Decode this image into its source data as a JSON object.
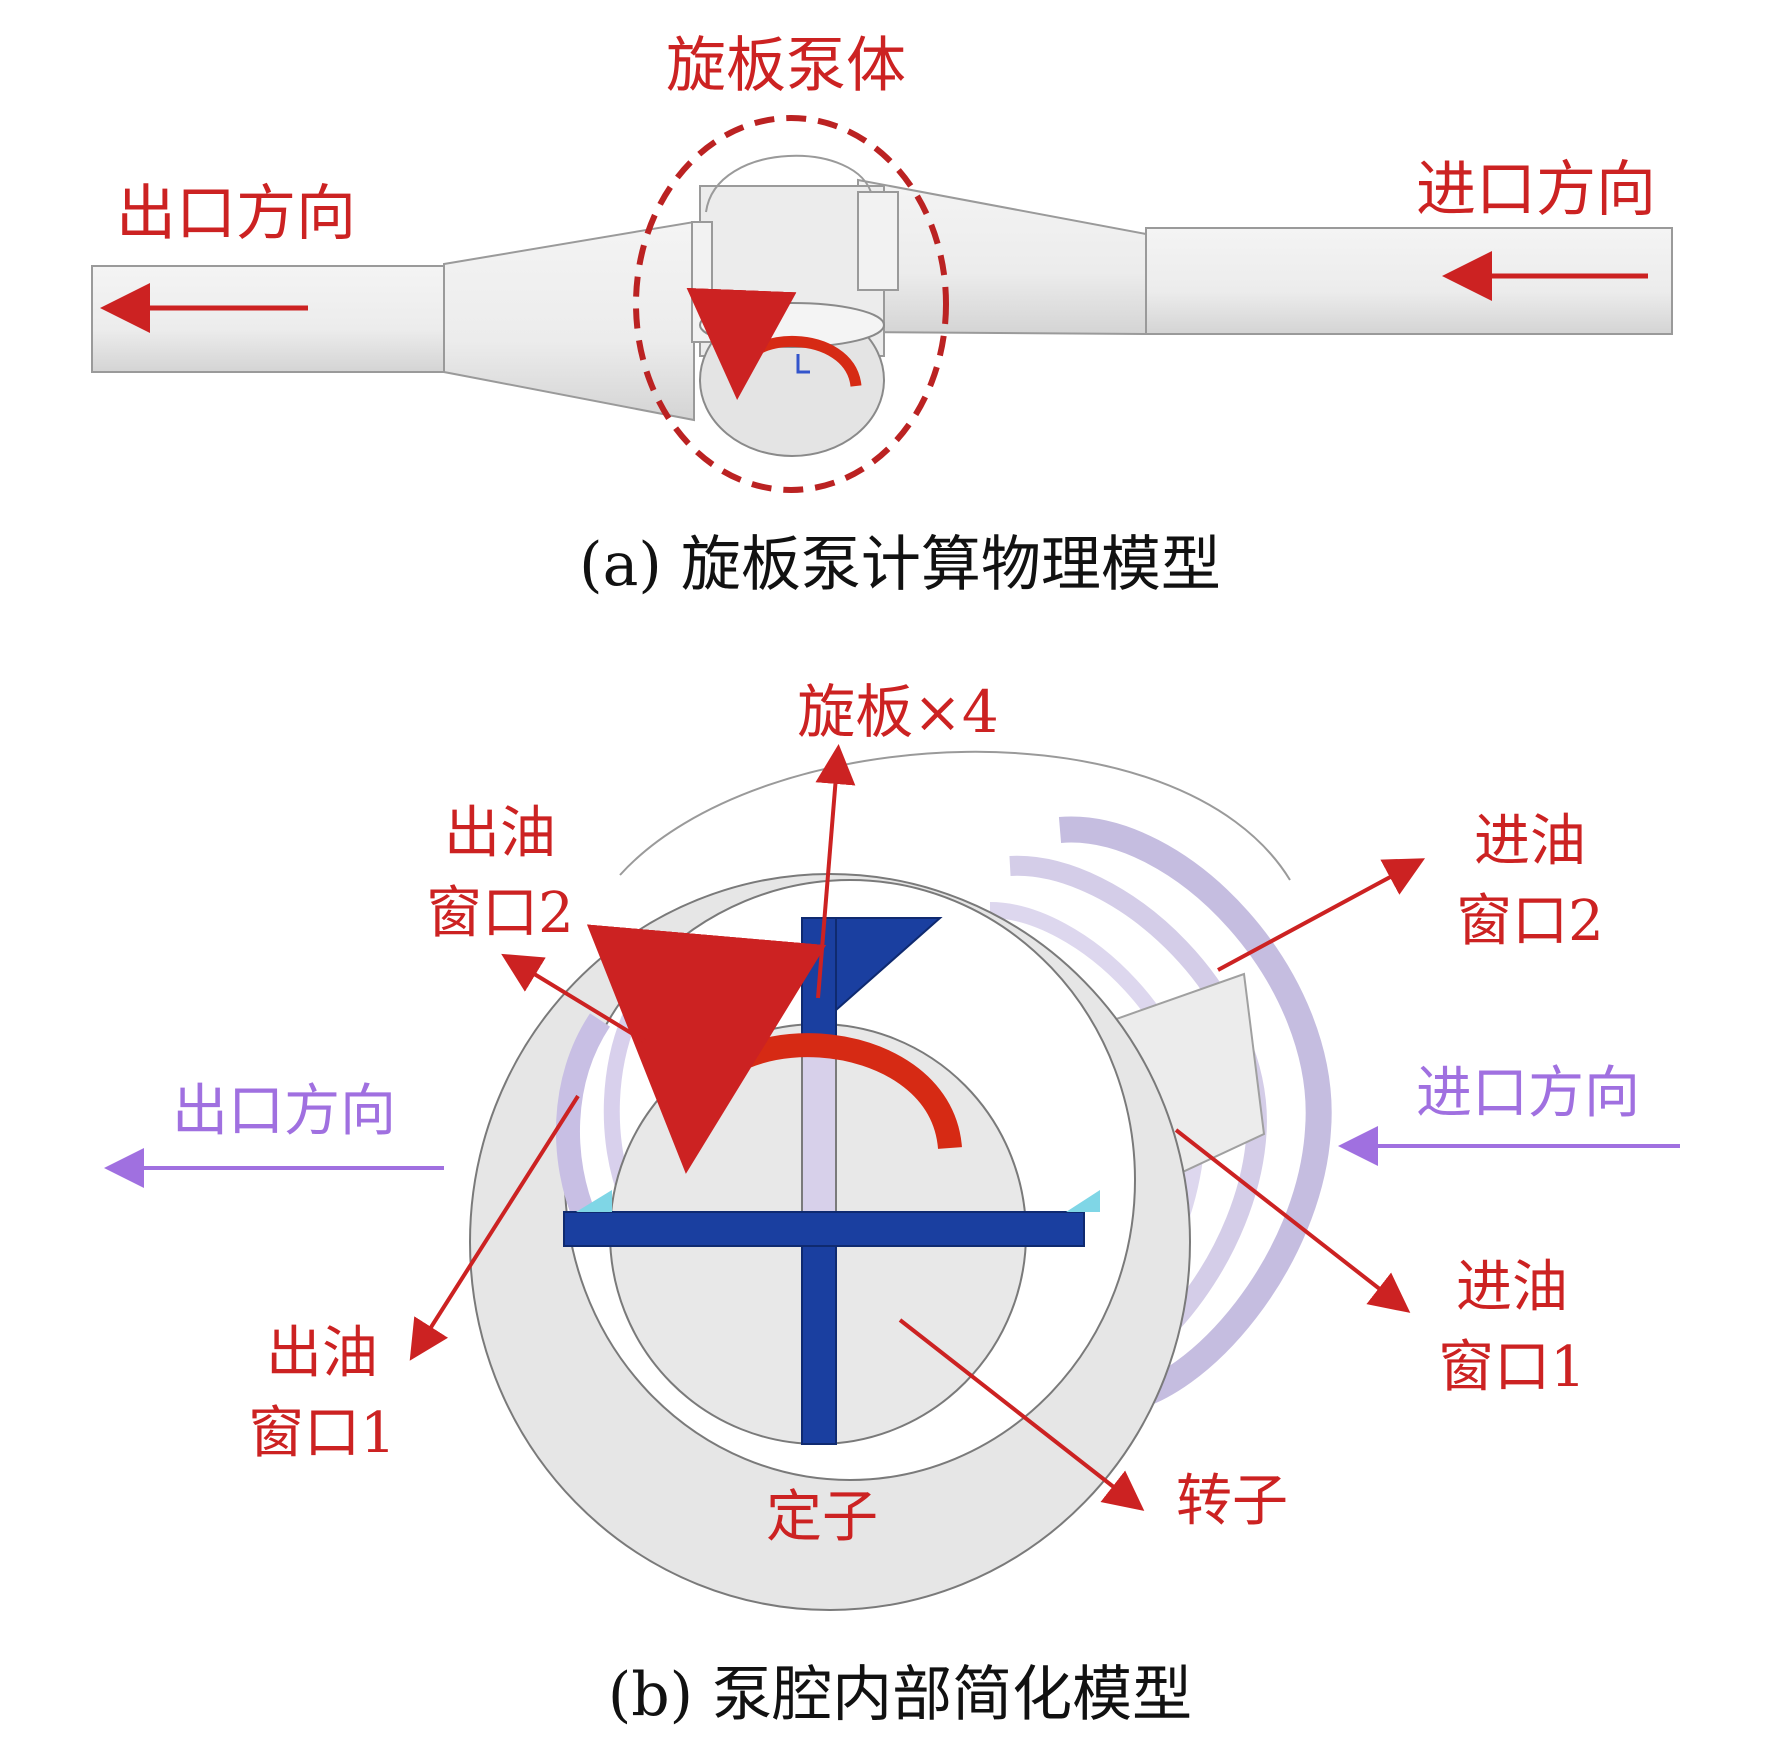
{
  "panel_a": {
    "caption": "(a) 旋板泵计算物理模型",
    "pump_body_label": "旋板泵体",
    "outlet_label": "出口方向",
    "inlet_label": "进口方向"
  },
  "panel_b": {
    "caption": "(b) 泵腔内部简化模型",
    "vanes_label": "旋板×4",
    "outlet_window_2": [
      "出油",
      "窗口2"
    ],
    "inlet_window_2": [
      "进油",
      "窗口2"
    ],
    "outlet_label": "出口方向",
    "inlet_label": "进口方向",
    "outlet_window_1": [
      "出油",
      "窗口1"
    ],
    "inlet_window_1": [
      "进油",
      "窗口1"
    ],
    "rotor_label": "转子",
    "stator_label": "定子"
  },
  "colors": {
    "annotation_red": "#cc2222",
    "flow_purple": "#a070e0",
    "vane_blue": "#1a3fa0",
    "body_grey": "#e6e6e6"
  }
}
